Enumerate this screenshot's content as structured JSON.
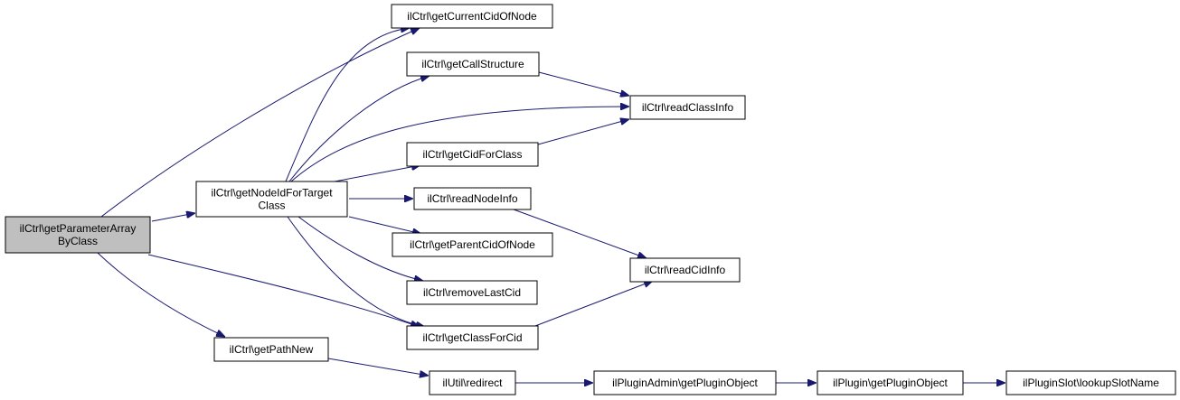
{
  "colors": {
    "edge": "#191970",
    "root_fill": "#bfbfbf",
    "node_fill": "#ffffff",
    "node_stroke": "#000000"
  },
  "nodes": {
    "root": [
      "ilCtrl\\getParameterArray",
      "ByClass"
    ],
    "getNodeIdForTargetClass": [
      "ilCtrl\\getNodeIdForTarget",
      "Class"
    ],
    "getPathNew": [
      "ilCtrl\\getPathNew"
    ],
    "getCurrentCidOfNode": [
      "ilCtrl\\getCurrentCidOfNode"
    ],
    "getCallStructure": [
      "ilCtrl\\getCallStructure"
    ],
    "getCidForClass": [
      "ilCtrl\\getCidForClass"
    ],
    "readNodeInfo": [
      "ilCtrl\\readNodeInfo"
    ],
    "getParentCidOfNode": [
      "ilCtrl\\getParentCidOfNode"
    ],
    "removeLastCid": [
      "ilCtrl\\removeLastCid"
    ],
    "getClassForCid": [
      "ilCtrl\\getClassForCid"
    ],
    "redirect": [
      "ilUtil\\redirect"
    ],
    "readClassInfo": [
      "ilCtrl\\readClassInfo"
    ],
    "readCidInfo": [
      "ilCtrl\\readCidInfo"
    ],
    "pluginAdminGetPluginObject": [
      "ilPluginAdmin\\getPluginObject"
    ],
    "pluginGetPluginObject": [
      "ilPlugin\\getPluginObject"
    ],
    "lookupSlotName": [
      "ilPluginSlot\\lookupSlotName"
    ]
  },
  "edges": [
    [
      "root",
      "getCurrentCidOfNode"
    ],
    [
      "root",
      "getNodeIdForTargetClass"
    ],
    [
      "root",
      "getClassForCid"
    ],
    [
      "root",
      "getPathNew"
    ],
    [
      "getNodeIdForTargetClass",
      "getCurrentCidOfNode"
    ],
    [
      "getNodeIdForTargetClass",
      "getCallStructure"
    ],
    [
      "getNodeIdForTargetClass",
      "readClassInfo"
    ],
    [
      "getNodeIdForTargetClass",
      "getCidForClass"
    ],
    [
      "getNodeIdForTargetClass",
      "readNodeInfo"
    ],
    [
      "getNodeIdForTargetClass",
      "getParentCidOfNode"
    ],
    [
      "getNodeIdForTargetClass",
      "removeLastCid"
    ],
    [
      "getNodeIdForTargetClass",
      "getClassForCid"
    ],
    [
      "getCallStructure",
      "readClassInfo"
    ],
    [
      "getCidForClass",
      "readClassInfo"
    ],
    [
      "readNodeInfo",
      "readCidInfo"
    ],
    [
      "getClassForCid",
      "readCidInfo"
    ],
    [
      "getPathNew",
      "redirect"
    ],
    [
      "redirect",
      "pluginAdminGetPluginObject"
    ],
    [
      "pluginAdminGetPluginObject",
      "pluginGetPluginObject"
    ],
    [
      "pluginGetPluginObject",
      "lookupSlotName"
    ]
  ]
}
